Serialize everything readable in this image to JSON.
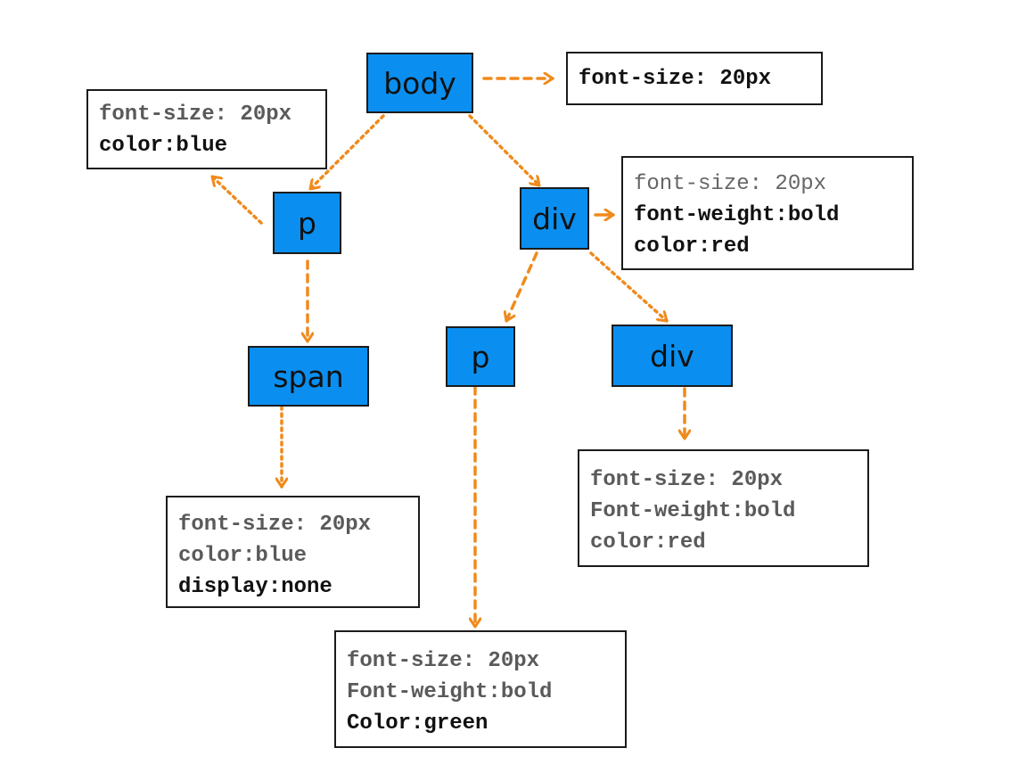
{
  "colors": {
    "node_fill": "#0a8ff0",
    "arrow": "#f08a1c",
    "border": "#1b1b1b",
    "inherited_text": "#5a5a5a",
    "own_text": "#111111"
  },
  "nodes": {
    "body": "body",
    "p1": "p",
    "div1": "div",
    "span": "span",
    "p2": "p",
    "div2": "div"
  },
  "styles": {
    "body": {
      "line1": "font-size: 20px"
    },
    "p1": {
      "line1": "font-size: 20px",
      "line2": "color:blue"
    },
    "div1": {
      "line1": "font-size: 20px",
      "line2": "font-weight:bold",
      "line3": "color:red"
    },
    "span": {
      "line1": "font-size: 20px",
      "line2": "color:blue",
      "line3": "display:none"
    },
    "div2": {
      "line1": "font-size: 20px",
      "line2": "Font-weight:bold",
      "line3": "color:red"
    },
    "p2": {
      "line1": "font-size: 20px",
      "line2": "Font-weight:bold",
      "line3": "Color:green"
    }
  }
}
